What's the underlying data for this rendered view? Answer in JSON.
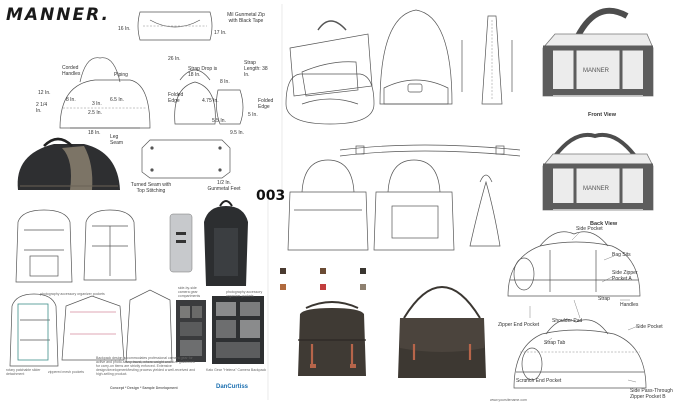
{
  "brand": "MANNER.",
  "code": "003",
  "manner_sheet": {
    "dims": [
      "16 In.",
      "17 In.",
      "Mil Gunmetal Zip with Black Tape",
      "26 In.",
      "Corded Handles",
      "Piping",
      "Strap Drop is 18 In.",
      "Strap Length: 38 In.",
      "12 In.",
      "8 In.",
      "Folded Edge",
      "6.5 In.",
      "2 1/4 In.",
      "3 In.",
      "2.5 In.",
      "8 In.",
      "Folded Edge",
      "4.75 In.",
      "5 In.",
      "18 In.",
      "Leg Seam",
      "5.5 In.",
      "9.5 In.",
      "Turned Seam with Top Stitching",
      "1/2 In. Gunmetal Feet"
    ]
  },
  "backpack_sheet": {
    "captions": [
      "photography accessory organizer pockets",
      "side-by-side camera gear compartments",
      "photography accessory organizer pockets",
      "rotary patchable slider detachment",
      "zippered mesh pockets",
      "Backpack design accommodates professional camera gear for active and photo-savvy travel, where weight and size guidelines for carry-on items are strictly enforced. Extensive design/development/testing process yielded a well-received and high-selling product.",
      "Concept * Design * Sample Development",
      "Kato Gear \"Helena\" Camera Backpack"
    ],
    "logo": "DanCurtiss"
  },
  "duffel_sheet": {
    "front_label": "Front View",
    "back_label": "Back View",
    "bag_print": "MANNER"
  },
  "callouts": [
    "Side Pocket",
    "Bag Sits",
    "Side Zipper Pocket A",
    "Strap",
    "Handles",
    "Shoulder Pad",
    "Zipper End Pocket",
    "Side Pocket",
    "Strap Tab",
    "Scrunch End Pocket",
    "Side Pass-Through Zipper Pocket B"
  ],
  "footer_url": "www.yoursitename.com",
  "colors": {
    "bag_dark": "#3a3631",
    "bag_brown": "#4b3e33",
    "leather": "#b7654a",
    "duffel_body": "#e9e9e9",
    "duffel_trim": "#5d5d5d",
    "backpack_dark": "#2c2e30",
    "teal_lining": "#3f8f8a"
  },
  "swatches": [
    "#4a3b31",
    "#6b4b34",
    "#3a3631",
    "#b06a3e",
    "#c23d3d",
    "#8e8070"
  ]
}
